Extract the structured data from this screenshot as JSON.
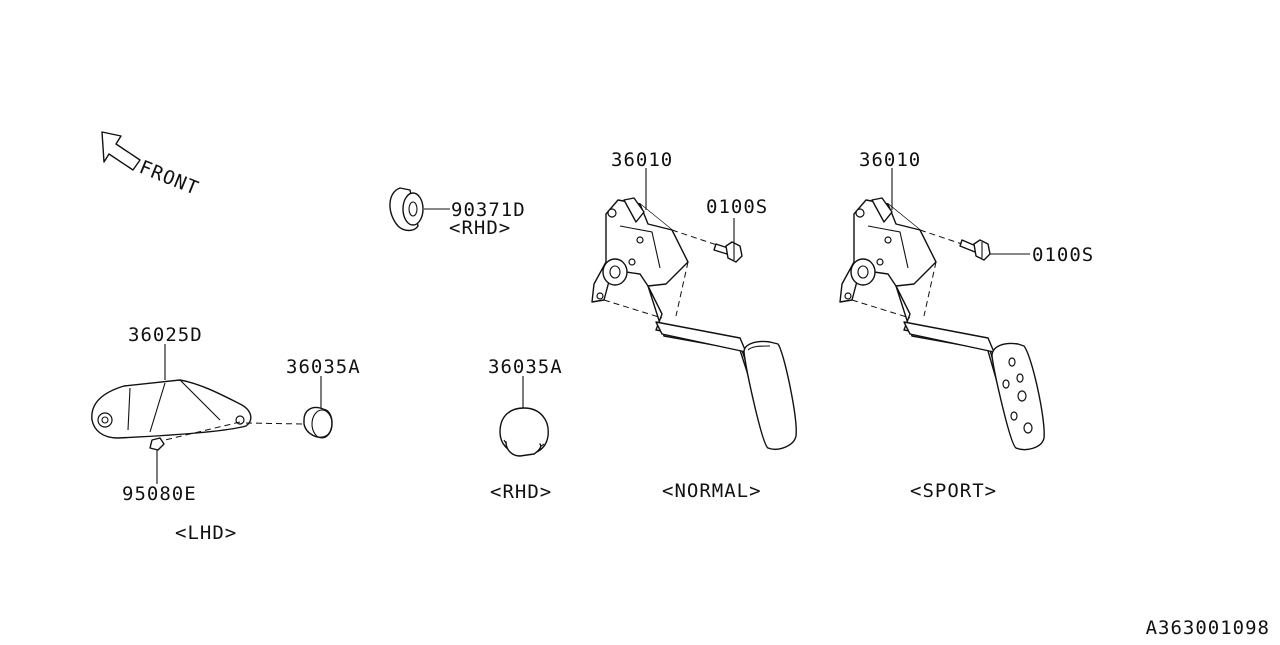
{
  "front_indicator": {
    "text": "FRONT"
  },
  "labels": {
    "grommet_rhd": "90371D",
    "grommet_rhd_note": "<RHD>",
    "bracket_lhd": "36025D",
    "stopper_lhd": "36035A",
    "bolt_lhd": "95080E",
    "lhd_note": "<LHD>",
    "stopper_rhd": "36035A",
    "rhd_note": "<RHD>",
    "pedal_normal": "36010",
    "bolt_normal": "0100S",
    "normal_note": "<NORMAL>",
    "pedal_sport": "36010",
    "bolt_sport": "0100S",
    "sport_note": "<SPORT>"
  },
  "diagram_code": "A363001098"
}
